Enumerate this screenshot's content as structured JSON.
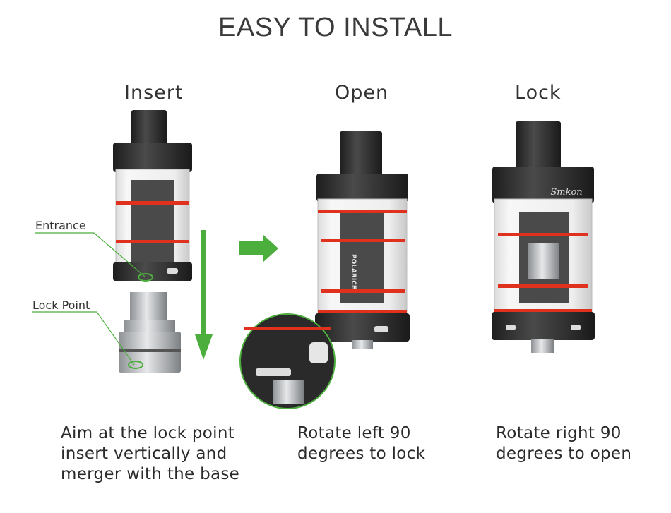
{
  "title": "EASY TO INSTALL",
  "brand_mark": "Smkon",
  "product_label": "POLARICE",
  "steps": [
    {
      "label": "Insert",
      "caption": [
        "Aim at the lock point",
        "insert vertically and",
        "merger with the base"
      ]
    },
    {
      "label": "Open",
      "caption": [
        "Rotate left 90",
        "degrees to lock"
      ]
    },
    {
      "label": "Lock",
      "caption": [
        "Rotate right 90",
        "degrees to open"
      ]
    }
  ],
  "callouts": {
    "entrance": "Entrance",
    "lock_point": "Lock Point"
  },
  "colors": {
    "accent_green": "#4cae3c",
    "ring_red": "#e0301e",
    "metal_dark": "#2b2b2b",
    "steel": "#b9bcbf"
  }
}
